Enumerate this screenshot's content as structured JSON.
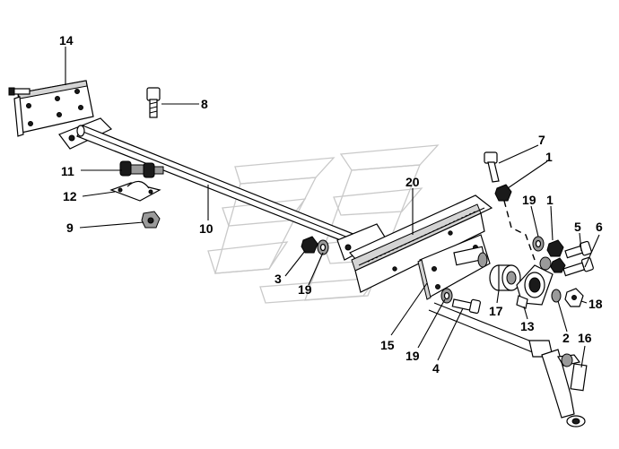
{
  "callouts": {
    "c14": "14",
    "c8": "8",
    "c11": "11",
    "c12": "12",
    "c9": "9",
    "c10": "10",
    "c3": "3",
    "c19a": "19",
    "c20": "20",
    "c7": "7",
    "c1a": "1",
    "c19b": "19",
    "c1b": "1",
    "c5": "5",
    "c6": "6",
    "c18": "18",
    "c17": "17",
    "c13": "13",
    "c2": "2",
    "c16": "16",
    "c15": "15",
    "c19c": "19",
    "c4": "4"
  }
}
